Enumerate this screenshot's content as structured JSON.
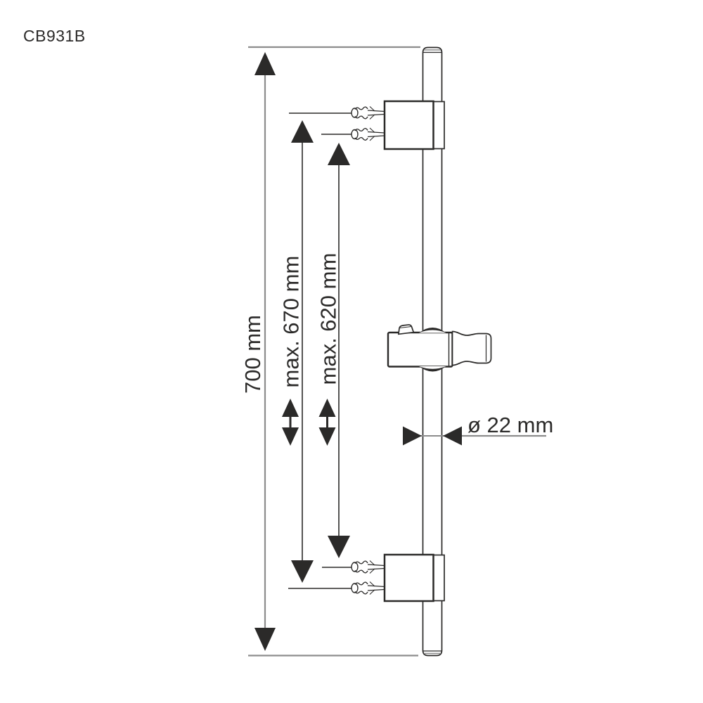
{
  "product_code": "CB931B",
  "labels": {
    "overall_length": "700 mm",
    "max_mounting_span": "max. 670 mm",
    "min_mounting_span": "max. 620 mm",
    "bar_diameter": "ø 22 mm"
  },
  "colors": {
    "ink": "#2b2a29",
    "dim_gray": "#8c8c8c",
    "background": "#ffffff"
  }
}
